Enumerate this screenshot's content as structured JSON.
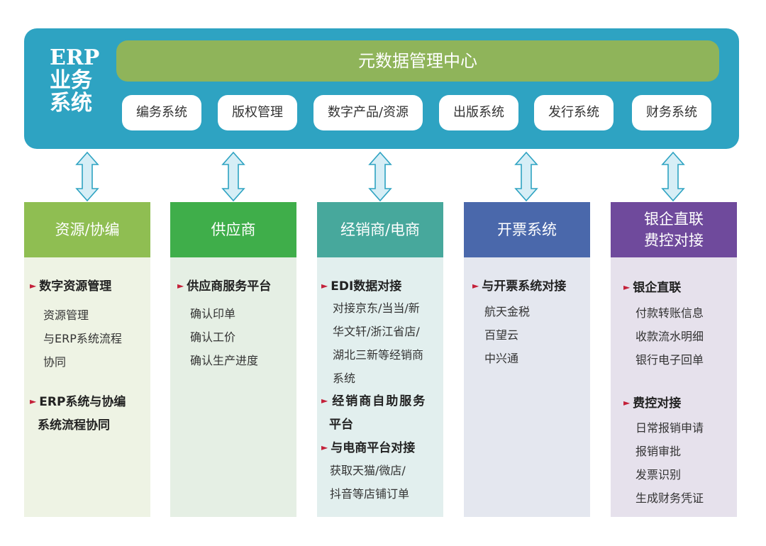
{
  "erp": {
    "title_lines": [
      "ERP",
      "业务",
      "系统"
    ],
    "meta_center": "元数据管理中心",
    "subsystems": [
      "编务系统",
      "版权管理",
      "数字产品/资源",
      "出版系统",
      "发行系统",
      "财务系统"
    ]
  },
  "colors": {
    "erp_panel": "#2ea3c2",
    "meta_bar": "#8fb45a",
    "arrow_fill": "#d6eef6",
    "arrow_stroke": "#2ea3c2",
    "bullet": "#c4213a"
  },
  "columns": [
    {
      "header": [
        "资源/协编"
      ],
      "header_color": "#8fbe52",
      "body_color": "#eef3e4",
      "entries": [
        {
          "type": "heading",
          "text": "数字资源管理"
        },
        {
          "type": "sub",
          "text": "资源管理"
        },
        {
          "type": "sub",
          "text": "与ERP系统流程"
        },
        {
          "type": "sub",
          "text": "协同"
        },
        {
          "type": "heading",
          "text": "ERP系统与协编"
        },
        {
          "type": "cont",
          "text": "系统流程协同"
        }
      ]
    },
    {
      "header": [
        "供应商"
      ],
      "header_color": "#3fae4a",
      "body_color": "#e5efe4",
      "entries": [
        {
          "type": "heading",
          "text": "供应商服务平台"
        },
        {
          "type": "sub",
          "text": "确认印单"
        },
        {
          "type": "sub",
          "text": "确认工价"
        },
        {
          "type": "sub",
          "text": "确认生产进度"
        }
      ]
    },
    {
      "header": [
        "经销商/电商"
      ],
      "header_color": "#47a89c",
      "body_color": "#e2efee",
      "entries": [
        {
          "type": "heading",
          "text": "EDI数据对接"
        },
        {
          "type": "sub",
          "text": "对接京东/当当/新"
        },
        {
          "type": "sub",
          "text": "华文轩/浙江省店/"
        },
        {
          "type": "sub",
          "text": "湖北三新等经销商"
        },
        {
          "type": "sub",
          "text": "系统"
        },
        {
          "type": "heading",
          "text": "经销商自助服务"
        },
        {
          "type": "cont",
          "text": "平台"
        },
        {
          "type": "heading",
          "text": "与电商平台对接"
        },
        {
          "type": "sub",
          "text": "获取天猫/微店/"
        },
        {
          "type": "sub",
          "text": "抖音等店铺订单"
        }
      ]
    },
    {
      "header": [
        "开票系统"
      ],
      "header_color": "#4a68ab",
      "body_color": "#e4e7ef",
      "entries": [
        {
          "type": "heading",
          "text": "与开票系统对接"
        },
        {
          "type": "sub",
          "text": "航天金税"
        },
        {
          "type": "sub",
          "text": "百望云"
        },
        {
          "type": "sub",
          "text": "中兴通"
        }
      ]
    },
    {
      "header": [
        "银企直联",
        "费控对接"
      ],
      "header_color": "#6f4a9c",
      "body_color": "#e6e1ec",
      "entries": [
        {
          "type": "heading",
          "text": "银企直联"
        },
        {
          "type": "sub",
          "text": "付款转账信息"
        },
        {
          "type": "sub",
          "text": "收款流水明细"
        },
        {
          "type": "sub",
          "text": "银行电子回单"
        },
        {
          "type": "heading",
          "text": "费控对接"
        },
        {
          "type": "sub",
          "text": "日常报销申请"
        },
        {
          "type": "sub",
          "text": "报销审批"
        },
        {
          "type": "sub",
          "text": "发票识别"
        },
        {
          "type": "sub",
          "text": "生成财务凭证"
        }
      ]
    }
  ]
}
